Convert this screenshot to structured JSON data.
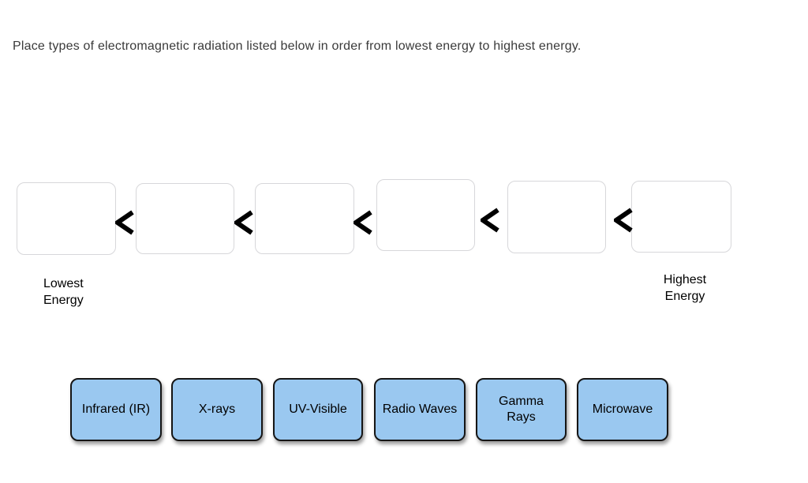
{
  "prompt": "Place types of electromagnetic radiation listed below in order from lowest energy to highest energy.",
  "sequence": {
    "separator_symbol": "<",
    "slots": [
      {
        "value": ""
      },
      {
        "value": ""
      },
      {
        "value": ""
      },
      {
        "value": ""
      },
      {
        "value": ""
      },
      {
        "value": ""
      }
    ],
    "lowest_label": "Lowest\nEnergy",
    "highest_label": "Highest\nEnergy"
  },
  "chips": [
    {
      "label": "Infrared (IR)"
    },
    {
      "label": "X-rays"
    },
    {
      "label": "UV-Visible"
    },
    {
      "label": "Radio Waves"
    },
    {
      "label": "Gamma\nRays"
    },
    {
      "label": "Microwave"
    }
  ],
  "colors": {
    "chip_fill": "#9ac8f0",
    "chip_border": "#151515",
    "slot_border": "#d7d7da",
    "prompt_text": "#3a3a3a",
    "separator": "#000000"
  }
}
